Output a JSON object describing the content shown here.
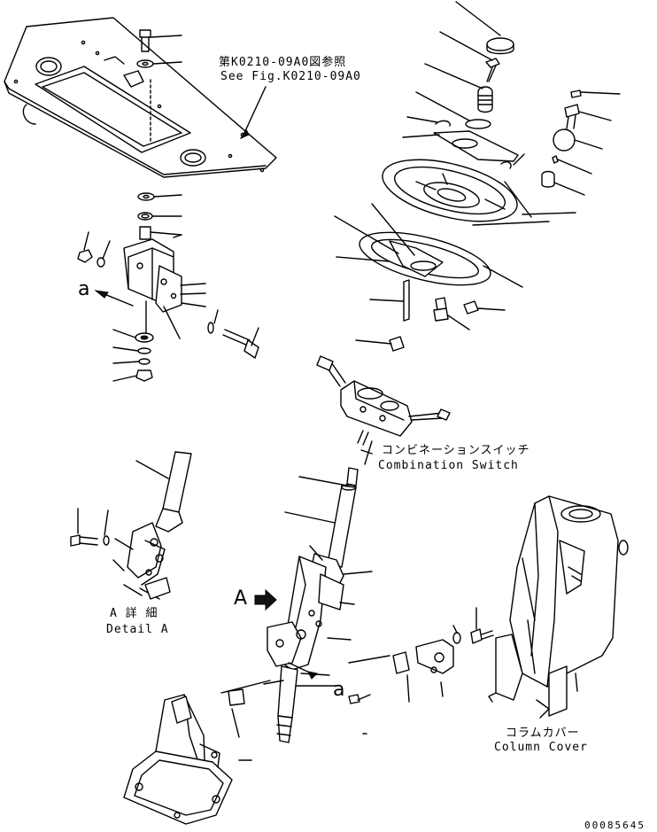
{
  "labels": {
    "ref_jp": "第K0210-09A0図参照",
    "ref_en": "See Fig.K0210-09A0",
    "switch_jp": "コンビネーションスイッチ",
    "switch_en": "Combination Switch",
    "cover_jp": "コラムカバー",
    "cover_en": "Column Cover",
    "detail_jp": "A 詳 細",
    "detail_en": "Detail A",
    "view_a": "A",
    "mark_a": "a",
    "drawing_no": "00085645"
  }
}
